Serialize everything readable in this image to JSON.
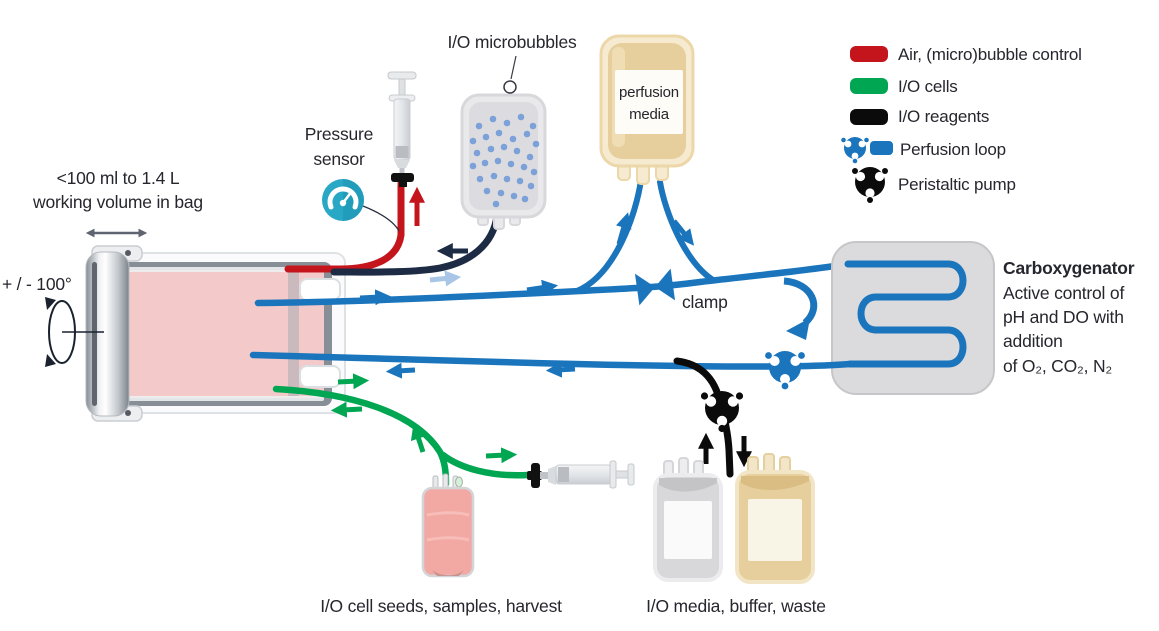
{
  "title": "Rocking-bag perfusion bioreactor diagram",
  "colors": {
    "air_red": "#c4151c",
    "cells_green": "#00a651",
    "reagents_black": "#0b0b0b",
    "perfusion_blue": "#1b75bc",
    "navy_tube": "#1d2b44",
    "gauge_teal": "#29a8c6"
  },
  "legend": {
    "items": [
      {
        "label": "Air, (micro)bubble control",
        "swatch": "air_red"
      },
      {
        "label": "I/O cells",
        "swatch": "cells_green"
      },
      {
        "label": "I/O reagents",
        "swatch": "reagents_black"
      },
      {
        "label": "Perfusion loop",
        "swatch": "perfusion_blue",
        "icon": "pump-blue-icon"
      },
      {
        "label": "Peristaltic pump",
        "icon": "pump-black-icon"
      }
    ]
  },
  "bioreactor": {
    "volume_line1": "<100 ml to 1.4 L",
    "volume_line2": "working volume in bag",
    "rocking_angle": "+ / - 100°"
  },
  "pressure_sensor": {
    "line1": "Pressure",
    "line2": "sensor"
  },
  "microbubbles_label": "I/O microbubbles",
  "perfusion_media": {
    "line1": "perfusion",
    "line2": "media"
  },
  "clamp_label": "clamp",
  "carboxygenator": {
    "title": "Carboxygenator",
    "desc_lines": [
      "Active control of",
      "pH and DO with",
      "addition",
      "of O₂, CO₂, N₂"
    ]
  },
  "bottom_labels": {
    "cells": "I/O cell seeds, samples, harvest",
    "media": "I/O media, buffer, waste"
  }
}
